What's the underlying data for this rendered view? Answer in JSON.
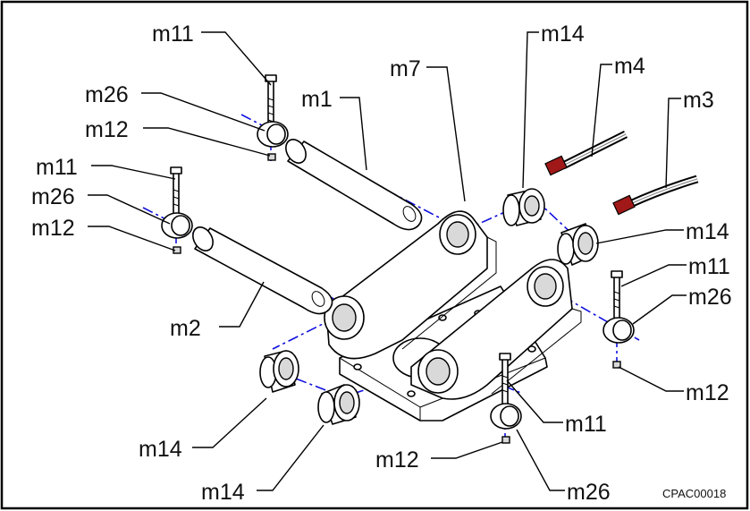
{
  "labels": {
    "m11_top": "m11",
    "m26_top": "m26",
    "m12_top": "m12",
    "m1": "m1",
    "m7": "m7",
    "m14_top": "m14",
    "m4": "m4",
    "m3": "m3",
    "m11_left": "m11",
    "m26_left": "m26",
    "m12_left": "m12",
    "m14_right": "m14",
    "m11_right": "m11",
    "m26_right": "m26",
    "m2": "m2",
    "m12_right": "m12",
    "m11_bottom": "m11",
    "m14_bottom_left": "m14",
    "m14_bottom_mid": "m14",
    "m12_bottom": "m12",
    "m26_bottom": "m26"
  },
  "drawing_code": "CPAC00018",
  "colors": {
    "line": "#000000",
    "center_line": "#1010e0",
    "part_fill": "#ffffff",
    "shade": "#d9d9d9",
    "hose_end": "#a01818"
  }
}
